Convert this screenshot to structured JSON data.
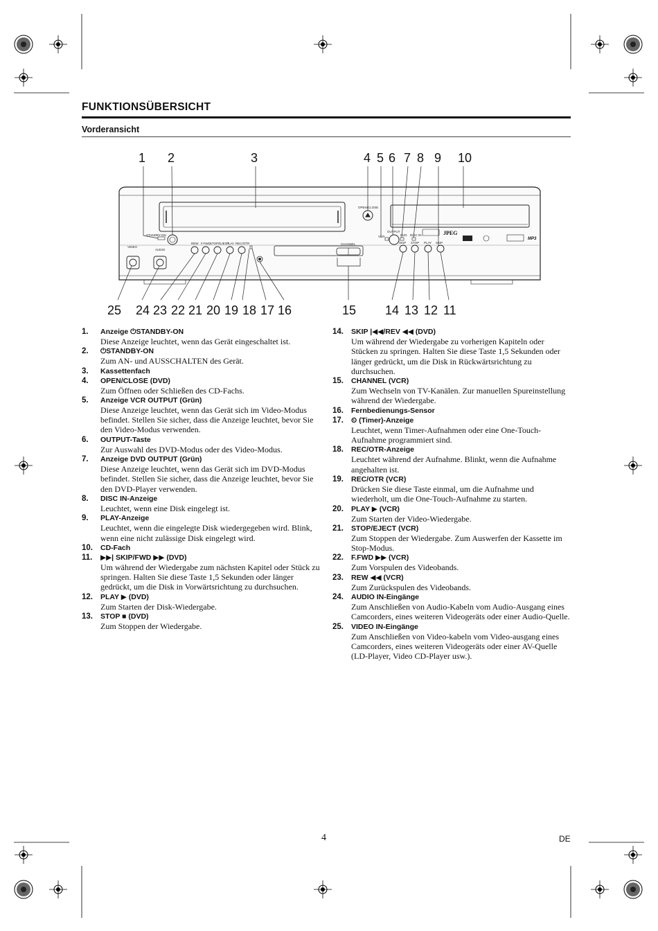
{
  "document": {
    "title": "FUNKTIONSÜBERSICHT",
    "subtitle": "Vorderansicht",
    "page_number": "4",
    "language": "DE"
  },
  "diagram": {
    "callouts_top": [
      "1",
      "2",
      "3",
      "4",
      "5",
      "6",
      "7",
      "8",
      "9",
      "10"
    ],
    "callouts_bottom": [
      "25",
      "24",
      "23",
      "22",
      "21",
      "20",
      "19",
      "18",
      "17",
      "16",
      "15",
      "14",
      "13",
      "12",
      "11"
    ],
    "panel_labels": {
      "standby": "STANDBY-ON",
      "video": "VIDEO",
      "audio": "AUDIO",
      "open_close": "OPEN/CLOSE",
      "output": "OUTPUT",
      "vcr": "VCR",
      "dvd": "DVD",
      "disc_in": "DISC IN",
      "channel": "CHANNEL",
      "rew": "REW",
      "ffwd": "F.FWD",
      "stop_eject": "STOP/EJECT",
      "play": "PLAY",
      "rec_otr": "REC/OTR",
      "skip": "SKIP",
      "stop": "STOP",
      "jpeg": "JPEG",
      "mp3": "MP3"
    }
  },
  "items_left": [
    {
      "num": "1.",
      "head": "Anzeige ⏻STANDBY-ON",
      "desc": "Diese Anzeige leuchtet, wenn das Gerät eingeschaltet ist."
    },
    {
      "num": "2.",
      "head": "⏻STANDBY-ON",
      "desc": "Zum AN- und AUSSCHALTEN des Gerät."
    },
    {
      "num": "3.",
      "head": "Kassettenfach",
      "desc": ""
    },
    {
      "num": "4.",
      "head": "OPEN/CLOSE (DVD)",
      "desc": "Zum Öffnen oder Schließen des CD-Fachs."
    },
    {
      "num": "5.",
      "head": "Anzeige VCR OUTPUT (Grün)",
      "desc": "Diese Anzeige leuchtet, wenn das Gerät sich im Video-Modus befindet. Stellen Sie sicher, dass die Anzeige leuchtet, bevor Sie den Video-Modus verwenden."
    },
    {
      "num": "6.",
      "head": "OUTPUT-Taste",
      "desc": "Zur Auswahl des DVD-Modus oder des Video-Modus."
    },
    {
      "num": "7.",
      "head": "Anzeige DVD OUTPUT (Grün)",
      "desc": "Diese Anzeige leuchtet, wenn das Gerät sich im DVD-Modus befindet. Stellen Sie sicher, dass die Anzeige leuchtet, bevor Sie den DVD-Player verwenden."
    },
    {
      "num": "8.",
      "head": "DISC IN-Anzeige",
      "desc": "Leuchtet, wenn eine Disk eingelegt ist."
    },
    {
      "num": "9.",
      "head": "PLAY-Anzeige",
      "desc": "Leuchtet, wenn die eingelegte Disk wiedergegeben wird. Blink, wenn eine nicht zulässige Disk eingelegt wird."
    },
    {
      "num": "10.",
      "head": "CD-Fach",
      "desc": ""
    },
    {
      "num": "11.",
      "head": "▶▶| SKIP/FWD ▶▶ (DVD)",
      "desc": "Um während der Wiedergabe zum nächsten Kapitel oder Stück zu springen. Halten Sie diese Taste 1,5 Sekunden oder länger gedrückt, um die Disk in Vorwärtsrichtung zu durchsuchen."
    },
    {
      "num": "12.",
      "head": "PLAY ▶ (DVD)",
      "desc": "Zum Starten der Disk-Wiedergabe."
    },
    {
      "num": "13.",
      "head": "STOP ■ (DVD)",
      "desc": "Zum Stoppen der Wiedergabe."
    }
  ],
  "items_right": [
    {
      "num": "14.",
      "head": "SKIP |◀◀/REV ◀◀ (DVD)",
      "desc": "Um während der Wiedergabe zu vorherigen Kapiteln oder Stücken zu springen. Halten Sie diese Taste 1,5 Sekunden oder länger gedrückt, um die Disk in Rückwärtsrichtung zu durchsuchen."
    },
    {
      "num": "15.",
      "head": "CHANNEL (VCR)",
      "desc": "Zum Wechseln von TV-Kanälen. Zur manuellen Spureinstellung während der Wiedergabe."
    },
    {
      "num": "16.",
      "head": "Fernbedienungs-Sensor",
      "desc": ""
    },
    {
      "num": "17.",
      "head": "⏲ (Timer)-Anzeige",
      "desc": "Leuchtet, wenn Timer-Aufnahmen oder eine One-Touch-Aufnahme programmiert sind."
    },
    {
      "num": "18.",
      "head": "REC/OTR-Anzeige",
      "desc": "Leuchtet während der Aufnahme. Blinkt, wenn die Aufnahme angehalten ist."
    },
    {
      "num": "19.",
      "head": "REC/OTR (VCR)",
      "desc": "Drücken Sie diese Taste einmal, um die Aufnahme und wiederholt, um die One-Touch-Aufnahme zu starten."
    },
    {
      "num": "20.",
      "head": "PLAY ▶ (VCR)",
      "desc": "Zum Starten der Video-Wiedergabe."
    },
    {
      "num": "21.",
      "head": "STOP/EJECT (VCR)",
      "desc": "Zum Stoppen der Wiedergabe. Zum Auswerfen der Kassette im Stop-Modus."
    },
    {
      "num": "22.",
      "head": "F.FWD ▶▶ (VCR)",
      "desc": "Zum Vorspulen des Videobands."
    },
    {
      "num": "23.",
      "head": "REW ◀◀ (VCR)",
      "desc": "Zum Zurückspulen des Videobands."
    },
    {
      "num": "24.",
      "head": "AUDIO IN-Eingänge",
      "desc": "Zum Anschließen von Audio-Kabeln vom Audio-Ausgang eines Camcorders, eines weiteren Videogeräts oder einer Audio-Quelle."
    },
    {
      "num": "25.",
      "head": "VIDEO IN-Eingänge",
      "desc": "Zum Anschließen von Video-kabeln vom Video-ausgang eines Camcorders, eines weiteren Videogeräts oder einer AV-Quelle (LD-Player, Video CD-Player usw.)."
    }
  ]
}
